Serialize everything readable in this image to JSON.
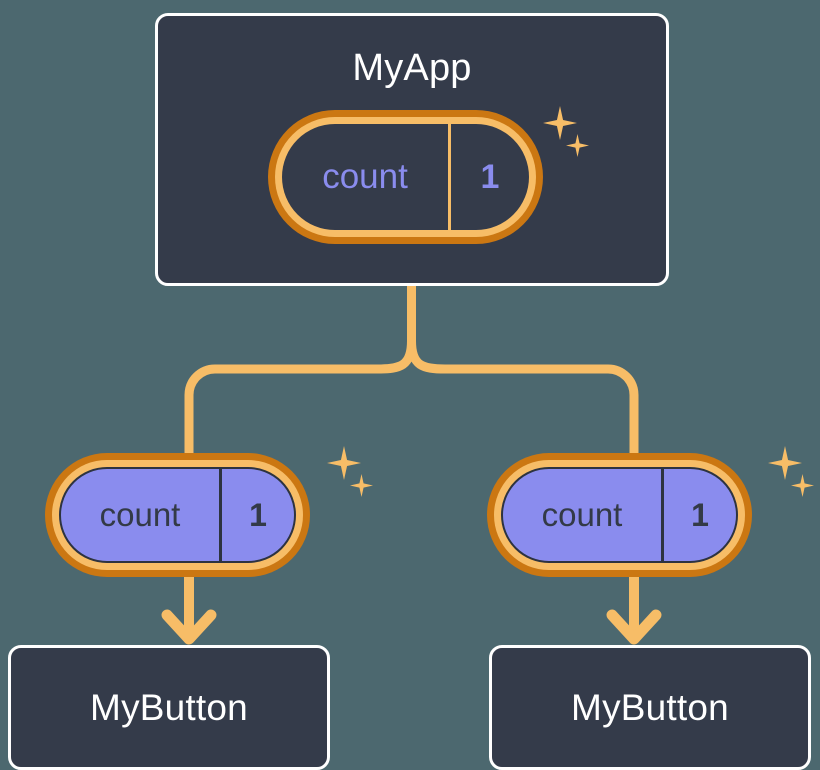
{
  "diagram": {
    "title": "React component state propagation tree",
    "background_color": "#4c686f",
    "accent_amber": "#f7bd67",
    "accent_orange": "#cb7712",
    "accent_purple": "#8a8cee",
    "card_bg": "#343b4a",
    "card_border": "#ffffff"
  },
  "root": {
    "name": "MyApp",
    "title": "MyApp",
    "state": {
      "key": "count",
      "value": "1",
      "sparkle_big": "sparkle-icon",
      "sparkle_small": "sparkle-icon"
    }
  },
  "children": [
    {
      "name": "MyButton",
      "title": "MyButton",
      "state": {
        "key": "count",
        "value": "1",
        "sparkle_big": "sparkle-icon",
        "sparkle_small": "sparkle-icon"
      }
    },
    {
      "name": "MyButton",
      "title": "MyButton",
      "state": {
        "key": "count",
        "value": "1",
        "sparkle_big": "sparkle-icon",
        "sparkle_small": "sparkle-icon"
      }
    }
  ],
  "connectors": {
    "trunk": "vertical-connector",
    "fork": "branch-connector",
    "arrow_left": "arrow-down-icon",
    "arrow_right": "arrow-down-icon"
  }
}
